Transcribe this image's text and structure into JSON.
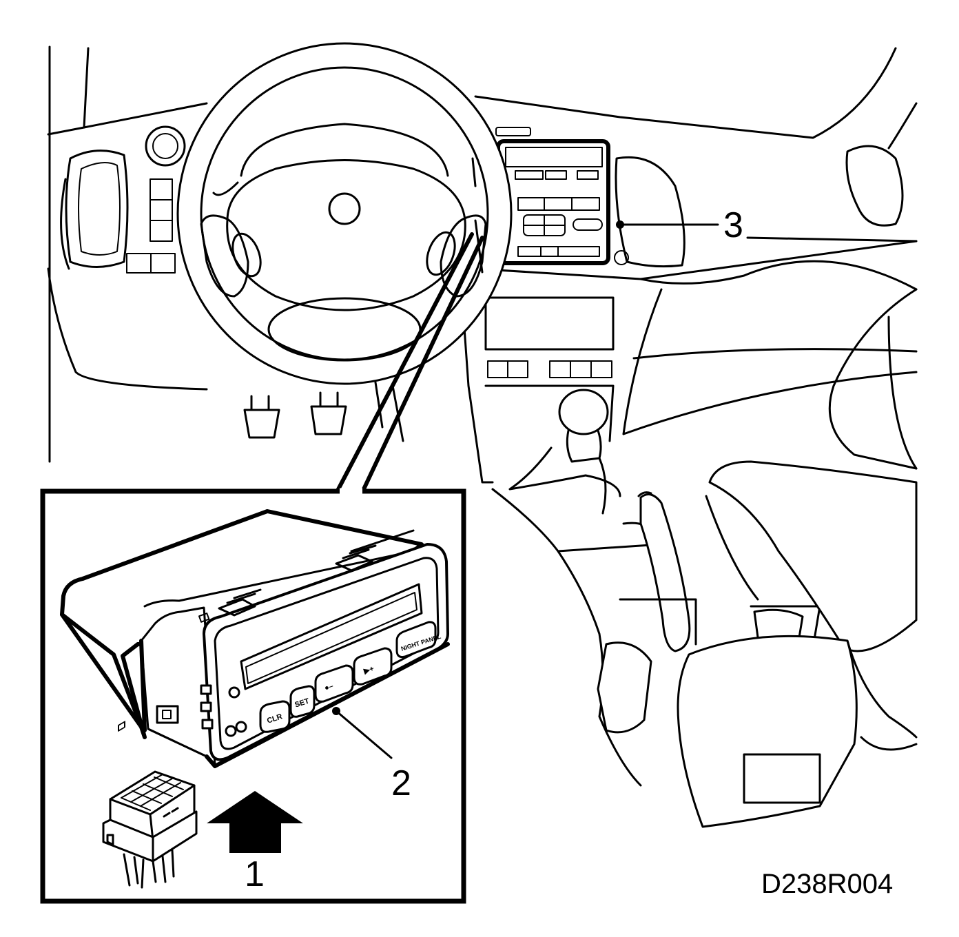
{
  "figure": {
    "code": "D238R004",
    "callouts": [
      {
        "number": "1",
        "part": "connector"
      },
      {
        "number": "2",
        "part": "display-unit"
      },
      {
        "number": "3",
        "part": "center-console-mount"
      }
    ],
    "display_buttons": {
      "clear": "CLR",
      "set": "SET",
      "minus": "●–",
      "plus": "▶+",
      "night_panel": "NIGHT PANEL"
    }
  }
}
